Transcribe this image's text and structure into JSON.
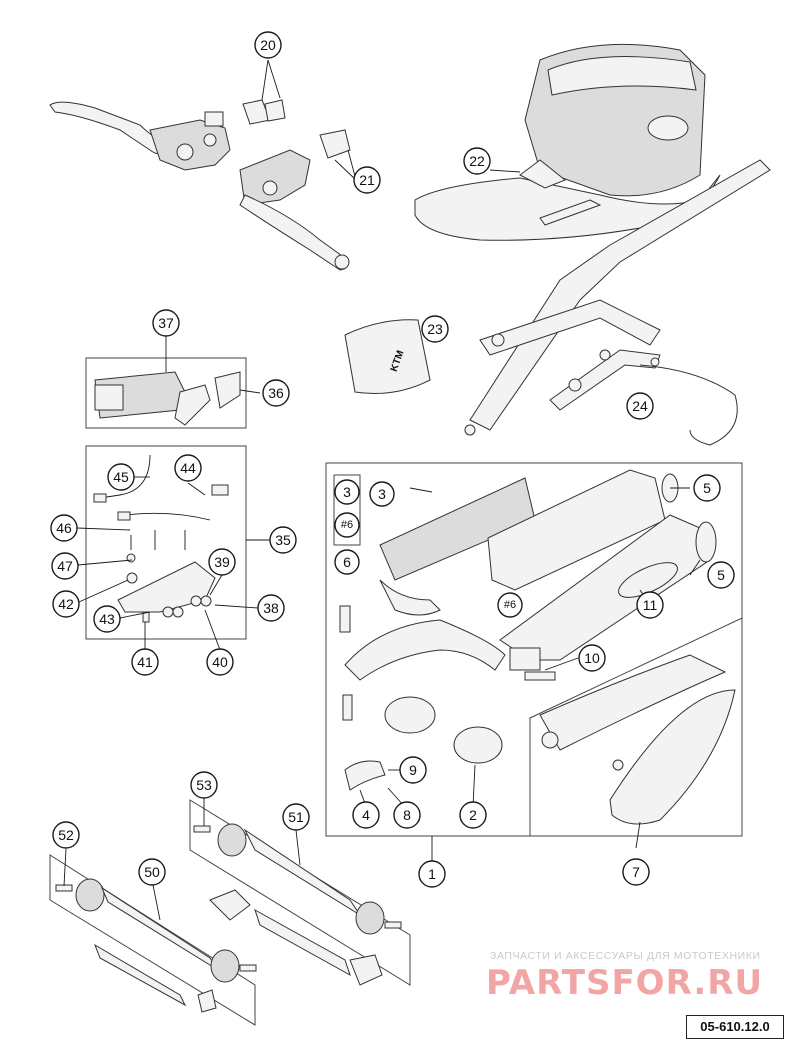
{
  "diagram": {
    "callouts": {
      "c20": "20",
      "c21": "21",
      "c22": "22",
      "c23": "23",
      "c24": "24",
      "c37": "37",
      "c36": "36",
      "c35": "35",
      "c45": "45",
      "c44": "44",
      "c46": "46",
      "c47": "47",
      "c42": "42",
      "c43": "43",
      "c41": "41",
      "c40": "40",
      "c39": "39",
      "c38": "38",
      "c3a": "3",
      "c6": "6",
      "c3b": "3",
      "c5a": "5",
      "c5b": "5",
      "c11": "11",
      "c10": "10",
      "c9": "9",
      "c4": "4",
      "c8": "8",
      "c2": "2",
      "c1": "1",
      "c7": "7",
      "c53": "53",
      "c51": "51",
      "c52": "52",
      "c50": "50"
    },
    "hash_labels": {
      "box": "#6",
      "muffler": "#6"
    },
    "logo_text": "KTM"
  },
  "watermark": {
    "caption": "ЗАПЧАСТИ И АКСЕССУАРЫ ДЛЯ МОТОТЕХНИКИ",
    "brand": "PARTSFOR.RU"
  },
  "doc_number": "05-610.12.0"
}
